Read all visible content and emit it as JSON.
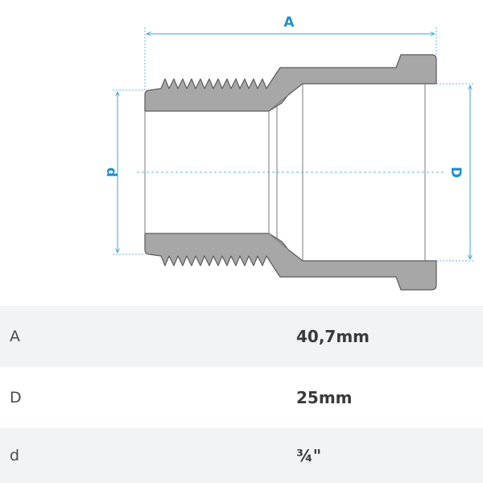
{
  "dimensions": {
    "length_label": "A",
    "outer_label": "D",
    "inner_label": "d"
  },
  "colors": {
    "dimension_line": "#3aa3d8",
    "dimension_text": "#1f8fc9",
    "part_fill": "#a7a7a7",
    "part_outline": "#5b5b5b",
    "row_shade": "#f1f3f5"
  },
  "specs": [
    {
      "key": "A",
      "value": "40,7mm"
    },
    {
      "key": "D",
      "value": "25mm"
    },
    {
      "key": "d",
      "value": "¾\""
    }
  ]
}
